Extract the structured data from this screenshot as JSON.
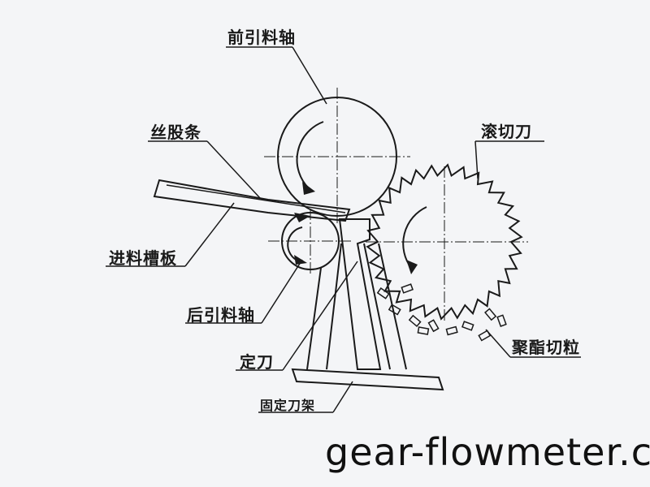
{
  "labels": {
    "front_roller": "前引料轴",
    "strand": "丝股条",
    "feed_plate": "进料槽板",
    "rear_roller": "后引料轴",
    "fixed_blade": "定刀",
    "blade_holder": "固定刀架",
    "hob_cutter": "滚切刀",
    "pellets": "聚酯切粒"
  },
  "watermark": "gear-flowmeter.c",
  "colors": {
    "ink": "#1a1a1a",
    "paper": "#f4f5f7"
  }
}
